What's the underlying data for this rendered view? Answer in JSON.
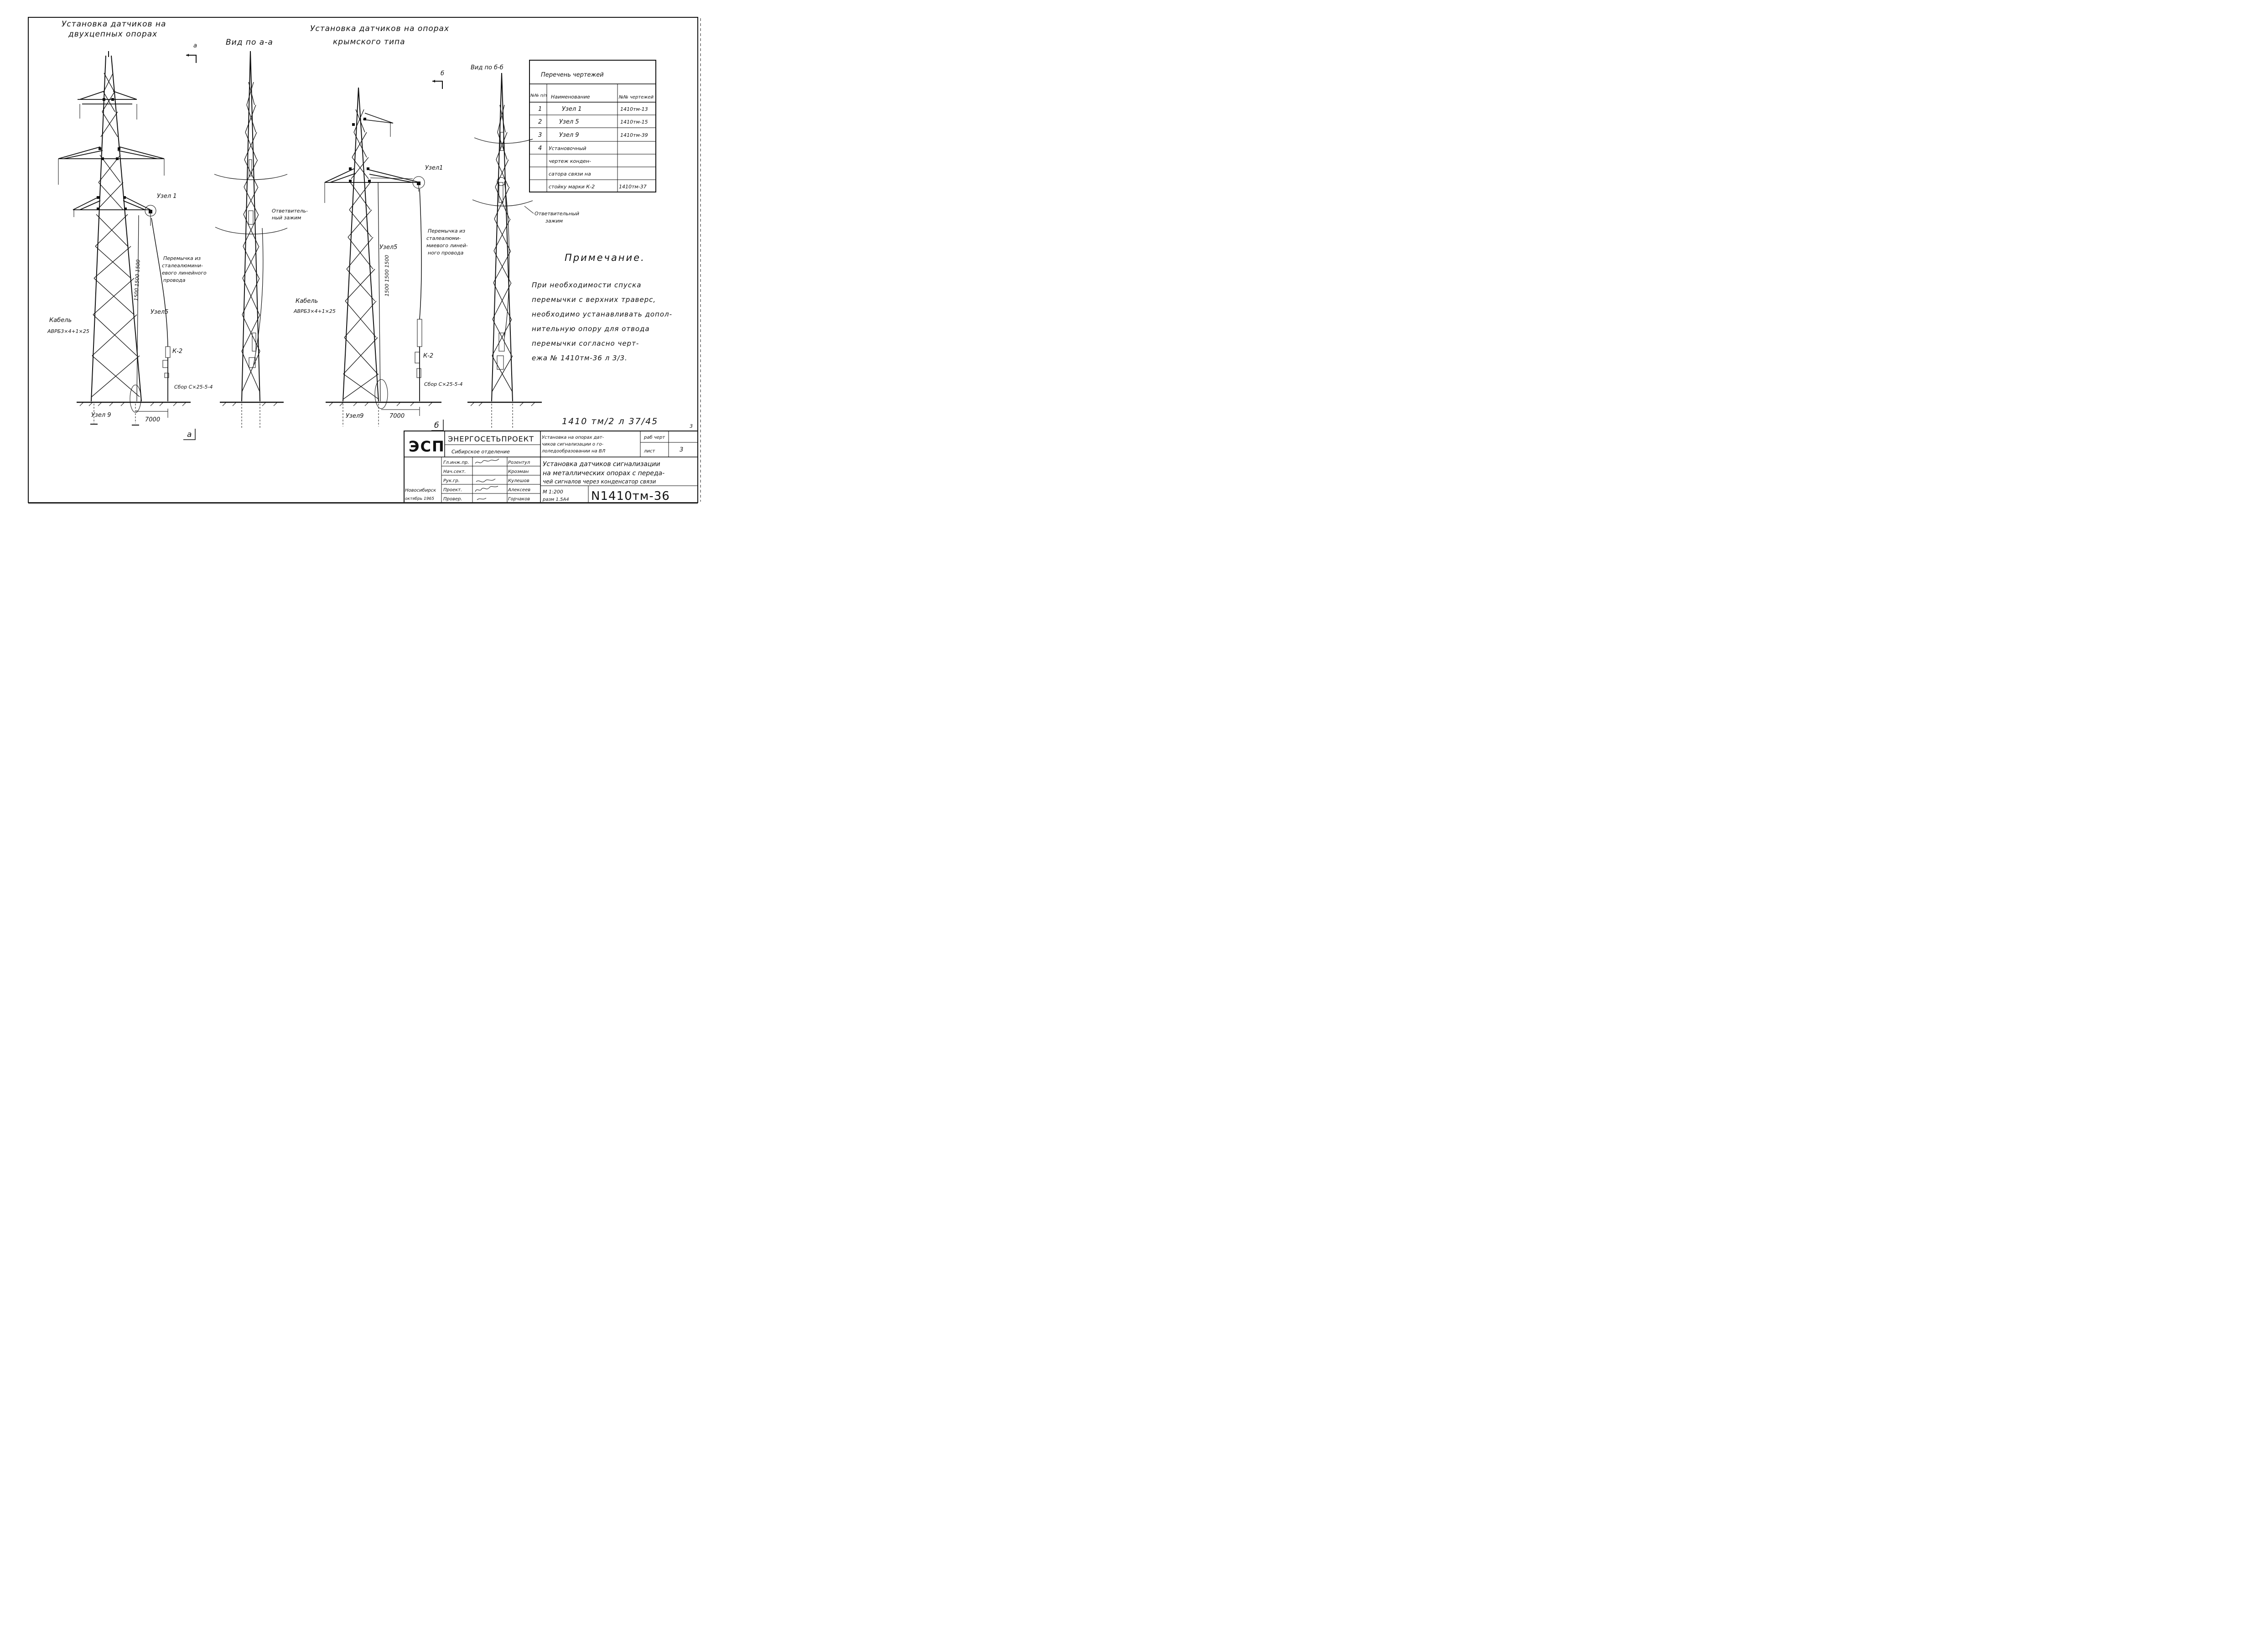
{
  "titles": {
    "double_circuit": [
      "Установка датчиков на",
      "двухцепных опорах"
    ],
    "view_a": "Вид по а-а",
    "crimean": [
      "Установка датчиков на опорах",
      "крымского типа"
    ],
    "view_b": "Вид по б-б"
  },
  "section_marks": {
    "a": "а",
    "b": "б"
  },
  "labels": {
    "node1_left": "Узел 1",
    "node1_right": "Узел1",
    "node5_left": "Узел5",
    "node5_right": "Узел5",
    "node9_left": "Узел 9",
    "node9_right": "Узел9",
    "jumper_left": [
      "Перемычка из",
      "сталеалюмини-",
      "евого линейного",
      "провода"
    ],
    "jumper_right": [
      "Перемычка из",
      "сталеалюми-",
      "миевого линей-",
      "ного провода"
    ],
    "cable_left": [
      "Кабель",
      "АВРБ3×4+1×25"
    ],
    "cable_right": [
      "Кабель",
      "АВРБ3×4+1×25"
    ],
    "k2_left": "К-2",
    "k2_right": "К-2",
    "weld_left": "Сбор С×25-5-4",
    "weld_right": "Сбор С×25-5-4",
    "dim_left": "7000",
    "dim_right": "7000",
    "vert_dim_left": "1500 1500 1500",
    "vert_dim_right": "1500 1500 1500",
    "clamp_a": [
      "Ответвитель-",
      "ный зажим"
    ],
    "clamp_b": [
      "Ответвительный",
      "зажим"
    ],
    "footer_a": "а",
    "footer_b": "б"
  },
  "drawings_list": {
    "title": "Перечень чертежей",
    "headers": [
      "№№ п/п",
      "Наименование",
      "№№ чертежей"
    ],
    "rows": [
      {
        "no": "1",
        "name": "Узел 1",
        "code": "1410тм-13"
      },
      {
        "no": "2",
        "name": "Узел 5",
        "code": "1410тм-15"
      },
      {
        "no": "3",
        "name": "Узел 9",
        "code": "1410тм-39"
      },
      {
        "no": "4",
        "name": "Установочный",
        "code": ""
      },
      {
        "no": "",
        "name": "чертеж конден-",
        "code": ""
      },
      {
        "no": "",
        "name": "сатора связи на",
        "code": ""
      },
      {
        "no": "",
        "name": "стойку марки К-2",
        "code": "1410тм-37"
      }
    ]
  },
  "note": {
    "title": "Примечание.",
    "lines": [
      "При необходимости спуска",
      "перемычки с верхних траверс,",
      "необходимо устанавливать допол-",
      "нительную опору для отвода",
      "перемычки согласно черт-",
      "ежа № 1410тм-36 л 3/3."
    ]
  },
  "handwritten_ref": "1410 тм/2 л 37/45",
  "title_block": {
    "logo": "ЭСП",
    "org": "ЭНЕРГОСЕТЬПРОЕКТ",
    "dept": "Сибирское отделение",
    "subject": [
      "Установка на опорах дат-",
      "чиков сигнализации о го-",
      "лоледообразовании на ВЛ"
    ],
    "corner_labels": [
      "раб черт",
      "лист",
      "3"
    ],
    "main_title": [
      "Установка датчиков сигнализации",
      "на металлических опорах с переда-",
      "чей сигналов через конденсатор связи"
    ],
    "roles": [
      "Гл.инж.пр.",
      "Нач.сект.",
      "Рук.гр.",
      "Проект.",
      "Провер."
    ],
    "names": [
      "Розентул",
      "Кроэман",
      "Кулешов",
      "Алексеев",
      "Горчаков"
    ],
    "city": "Новосибирск",
    "date": "октябрь 1965",
    "scale": "М 1:200",
    "format": "разм 1.5А4",
    "drawing_no": "N1410тм-36",
    "sheet_ref": "3"
  }
}
